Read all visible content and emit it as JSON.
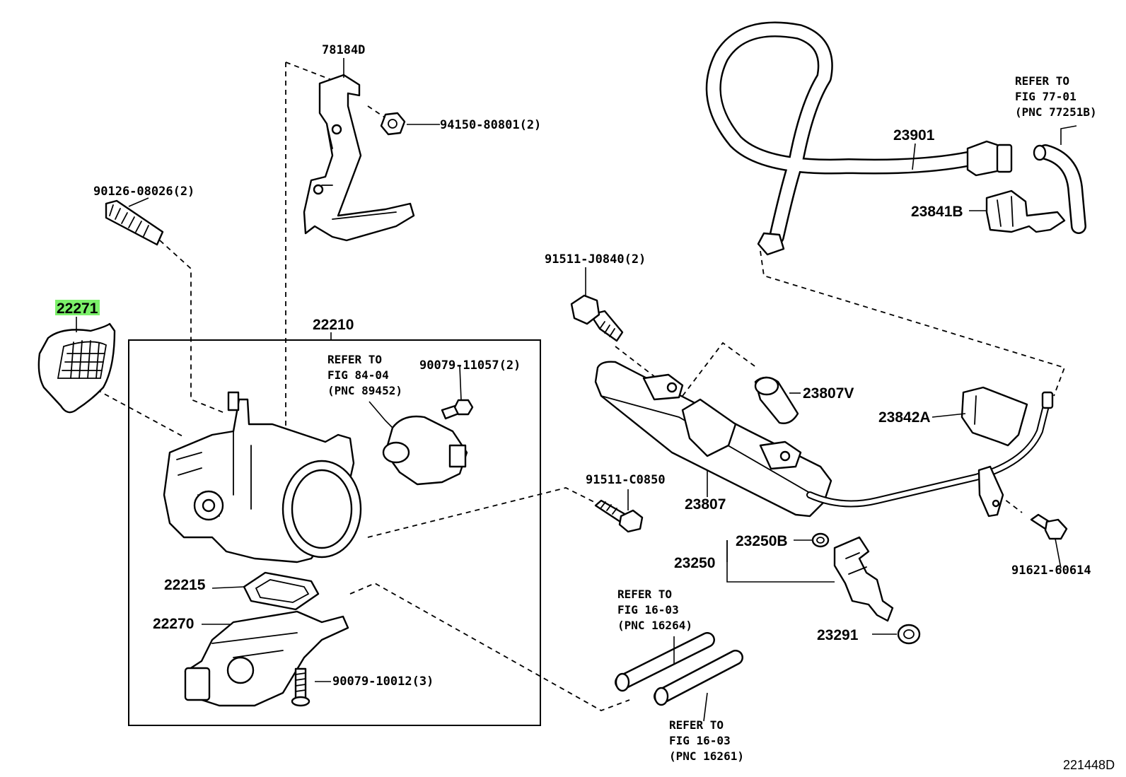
{
  "labels": {
    "p78184D": "78184D",
    "p94150": "94150-80801(2)",
    "p90126": "90126-08026(2)",
    "p22271": "22271",
    "p22210": "22210",
    "p90079_11057": "90079-11057(2)",
    "p22215": "22215",
    "p22270": "22270",
    "p90079_10012": "90079-10012(3)",
    "p91511_J0840": "91511-J0840(2)",
    "p91511_C0850": "91511-C0850",
    "p23901": "23901",
    "p23841B": "23841B",
    "p23807V": "23807V",
    "p23842A": "23842A",
    "p23807": "23807",
    "p23250B": "23250B",
    "p23250": "23250",
    "p23291": "23291",
    "p91621": "91621-60614",
    "figure_code": "221448D"
  },
  "refs": {
    "fig84": [
      "REFER TO",
      "FIG 84-04",
      "(PNC 89452)"
    ],
    "fig77": [
      "REFER TO",
      "FIG 77-01",
      "(PNC 77251B)"
    ],
    "fig16a": [
      "REFER TO",
      "FIG 16-03",
      "(PNC 16264)"
    ],
    "fig16b": [
      "REFER TO",
      "FIG 16-03",
      "(PNC 16261)"
    ]
  },
  "colors": {
    "highlight": "#7cf06a",
    "line": "#000000",
    "background": "#ffffff"
  },
  "highlighted_part": "22271"
}
